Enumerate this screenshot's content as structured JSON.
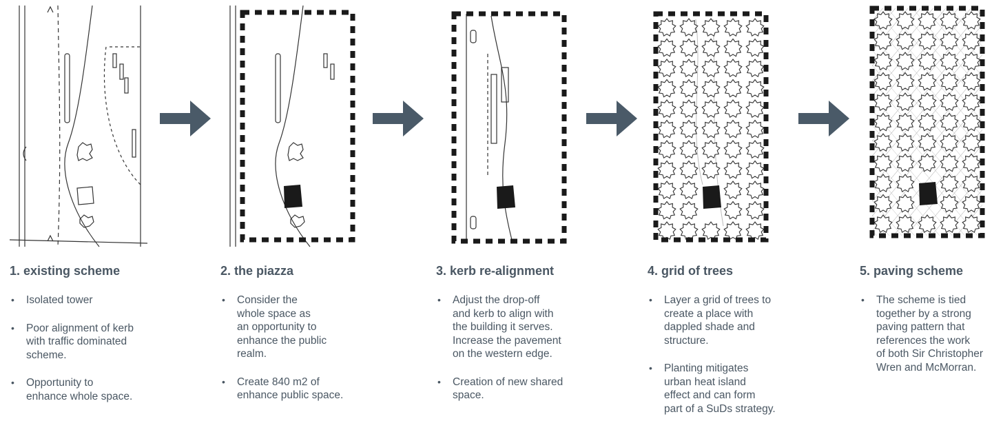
{
  "steps": [
    {
      "title": "1. existing scheme",
      "bullets": [
        "Isolated tower",
        "Poor alignment of kerb\nwith traffic dominated\nscheme.",
        "Opportunity to\nenhance whole space."
      ]
    },
    {
      "title": "2. the piazza",
      "bullets": [
        "Consider the\nwhole space as\nan opportunity to\nenhance the public\nrealm.",
        "Create 840 m2 of\nenhance public space."
      ]
    },
    {
      "title": "3. kerb re-alignment",
      "bullets": [
        "Adjust the drop-off\nand kerb to align with\nthe building it serves.\nIncrease the pavement\non the western edge.",
        "Creation of new shared\nspace."
      ]
    },
    {
      "title": "4. grid of trees",
      "bullets": [
        "Layer a grid of trees to\ncreate a place with\ndappled shade and\nstructure.",
        "Planting mitigates\nurban heat island\neffect and can form\npart of a SuDs strategy."
      ]
    },
    {
      "title": "5. paving scheme",
      "bullets": [
        "The scheme is tied\ntogether by a strong\npaving pattern that\nreferences the work\nof both Sir Christopher\nWren and McMorran."
      ]
    }
  ],
  "bullet_glyph": "•",
  "colors": {
    "text": "#4a5763",
    "arrow": "#4a5a68",
    "ink": "#1a1a1a"
  }
}
